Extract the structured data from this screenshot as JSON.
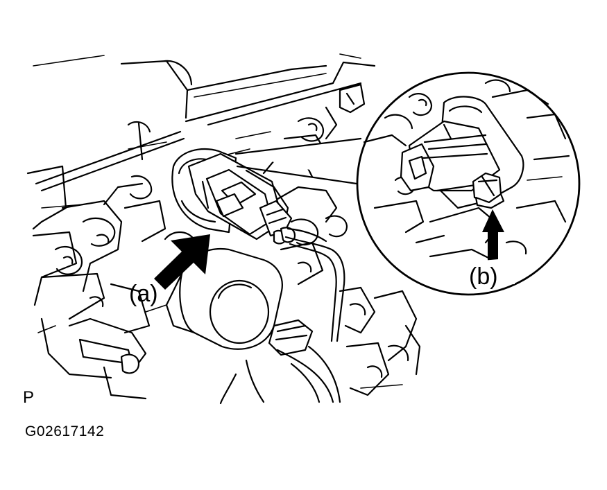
{
  "diagram": {
    "callout_a": "(a)",
    "callout_b": "(b)",
    "view_marker": "P",
    "figure_code": "G02617142"
  }
}
